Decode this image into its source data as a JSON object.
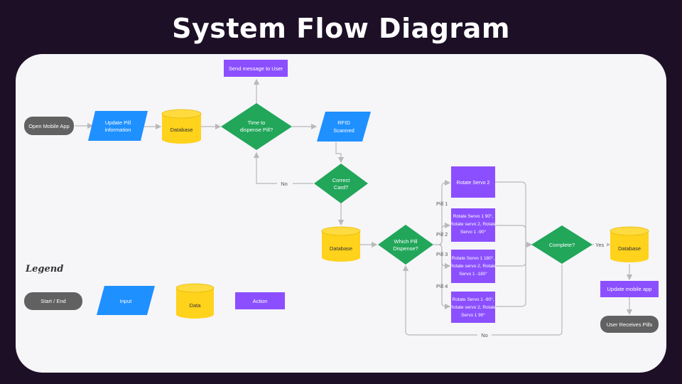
{
  "title": "System Flow Diagram",
  "colors": {
    "background": "#1c0f26",
    "panel": "#f6f5f8",
    "start_end": "#616161",
    "input": "#1e90ff",
    "data": "#ffd21c",
    "decision": "#21a65a",
    "action": "#8b4fff",
    "connector": "#b9b9b9"
  },
  "nodes": {
    "open_mobile_app": "Open Mobile App",
    "update_pill_info_1": "Update Pill",
    "update_pill_info_2": "information",
    "database_top": "Database",
    "time_to_dispense_1": "Time to",
    "time_to_dispense_2": "dispense Pill?",
    "send_message": "Send message to User",
    "rfid_1": "RFID",
    "rfid_2": "Scanned",
    "correct_card_1": "Correct",
    "correct_card_2": "Card?",
    "database_mid": "Database",
    "which_pill_1": "Which Pill",
    "which_pill_2": "Dispense?",
    "rotate_servo_2": "Rotate Servo 2",
    "action2_l1": "Rotate Servo 1 90°,",
    "action2_l2": "Rotate servo 2, Rotate",
    "action2_l3": "Servo 1 -90°",
    "action3_l1": "Rotate Servo 1 180°,",
    "action3_l2": "Rotate servo 2, Rotate",
    "action3_l3": "Servo 1 -180°",
    "action4_l1": "Rotate Servo 1 -90°,",
    "action4_l2": "Rotate servo 2, Rotate",
    "action4_l3": "Servo 1 90°",
    "complete": "Complete?",
    "database_right": "Database",
    "update_mobile_app": "Update mobile app",
    "user_receives_pills": "User Receives Pills"
  },
  "edge_labels": {
    "no_correct_card": "No",
    "pill_1": "Pill 1",
    "pill_2": "Pill 2",
    "pill_3": "Pill 3",
    "pill_4": "Pill 4",
    "yes_complete": "Yes",
    "no_complete": "No"
  },
  "legend": {
    "title": "Legend",
    "start_end": "Start / End",
    "input": "Input",
    "data": "Data",
    "action": "Action"
  }
}
